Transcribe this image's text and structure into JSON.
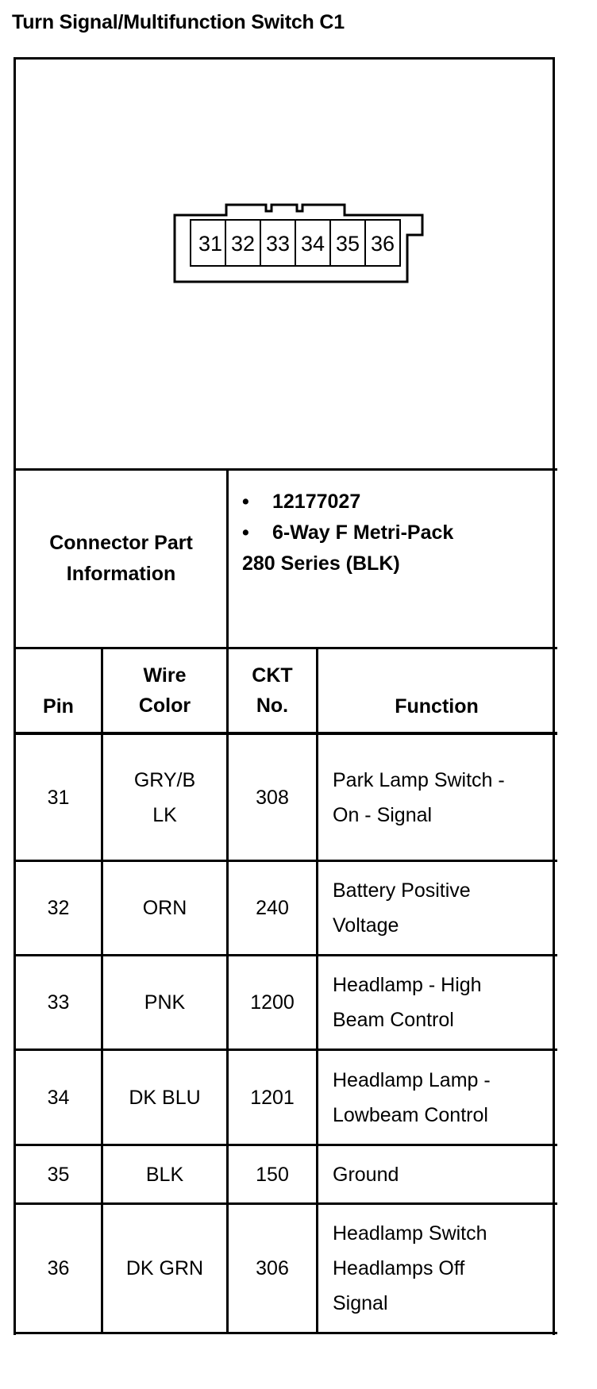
{
  "title": "Turn Signal/Multifunction Switch C1",
  "connector": {
    "pins": [
      "31",
      "32",
      "33",
      "34",
      "35",
      "36"
    ]
  },
  "part_info": {
    "label": "Connector Part Information",
    "items": [
      "12177027",
      "6-Way F Metri-Pack"
    ],
    "continuation": "280 Series (BLK)",
    "bullet": "•"
  },
  "table": {
    "headers": {
      "pin": "Pin",
      "wire_color": "Wire Color",
      "ckt_no": "CKT No.",
      "function": "Function"
    },
    "rows": [
      {
        "pin": "31",
        "wire": "GRY/B LK",
        "ckt": "308",
        "function": "Park Lamp Switch - On - Signal"
      },
      {
        "pin": "32",
        "wire": "ORN",
        "ckt": "240",
        "function": "Battery Positive Voltage"
      },
      {
        "pin": "33",
        "wire": "PNK",
        "ckt": "1200",
        "function": "Headlamp - High Beam Control"
      },
      {
        "pin": "34",
        "wire": "DK BLU",
        "ckt": "1201",
        "function": "Headlamp Lamp - Lowbeam Control"
      },
      {
        "pin": "35",
        "wire": "BLK",
        "ckt": "150",
        "function": "Ground"
      },
      {
        "pin": "36",
        "wire": "DK GRN",
        "ckt": "306",
        "function": "Headlamp Switch Headlamps Off Signal"
      }
    ]
  }
}
